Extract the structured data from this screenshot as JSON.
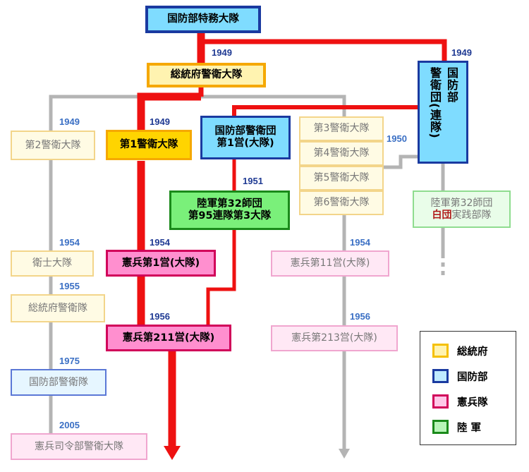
{
  "colors": {
    "main_line": "#ee1111",
    "gray_line": "#b4b4b4",
    "year_text": "#1f3a93",
    "president_fill": "#fff3b0",
    "president_border": "#f5a800",
    "defense_fill": "#7fdcff",
    "defense_border": "#1a3aa0",
    "mp_fill": "#ff8fcf",
    "mp_border": "#d1005a",
    "army_fill": "#7af07a",
    "army_border": "#1a8a1a",
    "white_group": "#b01818"
  },
  "nodes": {
    "special_forces": "国防部特務大隊",
    "presidential_guard_battalion": "総統府警衛大隊",
    "guard_1": "第1警衛大隊",
    "guard_2": "第2警衛大隊",
    "defense_guard_regiment_1": "国防部警衛団",
    "defense_guard_regiment_2": "第1営(大隊)",
    "defense_guard_regiment_vertical": [
      "国防部",
      "警衛団(連隊)"
    ],
    "guard_3": "第3警衛大隊",
    "guard_4": "第4警衛大隊",
    "guard_5": "第5警衛大隊",
    "guard_6": "第6警衛大隊",
    "army32_line1": "陸軍第32師団",
    "army32_line2": "第95連隊第3大隊",
    "army32_white_1": "陸軍第32師団",
    "army32_white_2a": "白団",
    "army32_white_2b": "実践部隊",
    "mp1": "憲兵第1営(大隊)",
    "mp11": "憲兵第11営(大隊)",
    "honor_guard": "衛士大隊",
    "pres_guard_1955": "総統府警衛隊",
    "mp211": "憲兵第211営(大隊)",
    "mp213": "憲兵第213営(大隊)",
    "defense_guard_1975": "国防部警衛隊",
    "mp_hq_guard": "憲兵司令部警衛大隊"
  },
  "years": {
    "y1949_top": "1949",
    "y1949_right": "1949",
    "y1949_left": "1949",
    "y1949_mid": "1949",
    "y1950": "1950",
    "y1951": "1951",
    "y1954_left": "1954",
    "y1954_mid": "1954",
    "y1954_right": "1954",
    "y1955": "1955",
    "y1956_mid": "1956",
    "y1956_right": "1956",
    "y1975": "1975",
    "y2005": "2005"
  },
  "legend": {
    "president": "総統府",
    "defense": "国防部",
    "mp": "憲兵隊",
    "army": "陸 軍"
  }
}
